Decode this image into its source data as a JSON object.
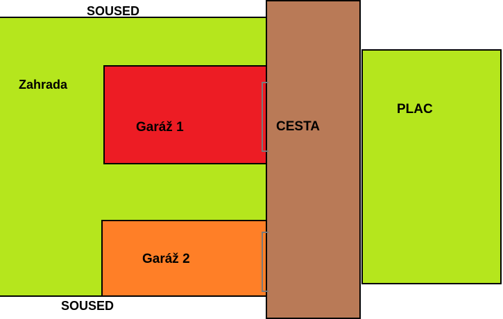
{
  "labels": {
    "neighbor_top": "SOUSED",
    "neighbor_bottom": "SOUSED",
    "garden": "Zahrada",
    "garage1": "Garáž 1",
    "garage2": "Garáž 2",
    "road": "CESTA",
    "plot": "PLAC"
  },
  "colors": {
    "garden": "#b5e61d",
    "garage1": "#ed1c24",
    "garage2": "#ff7f27",
    "road": "#b97a57",
    "plot": "#b5e61d",
    "door": "#7a7a7a",
    "outline": "#000000"
  }
}
